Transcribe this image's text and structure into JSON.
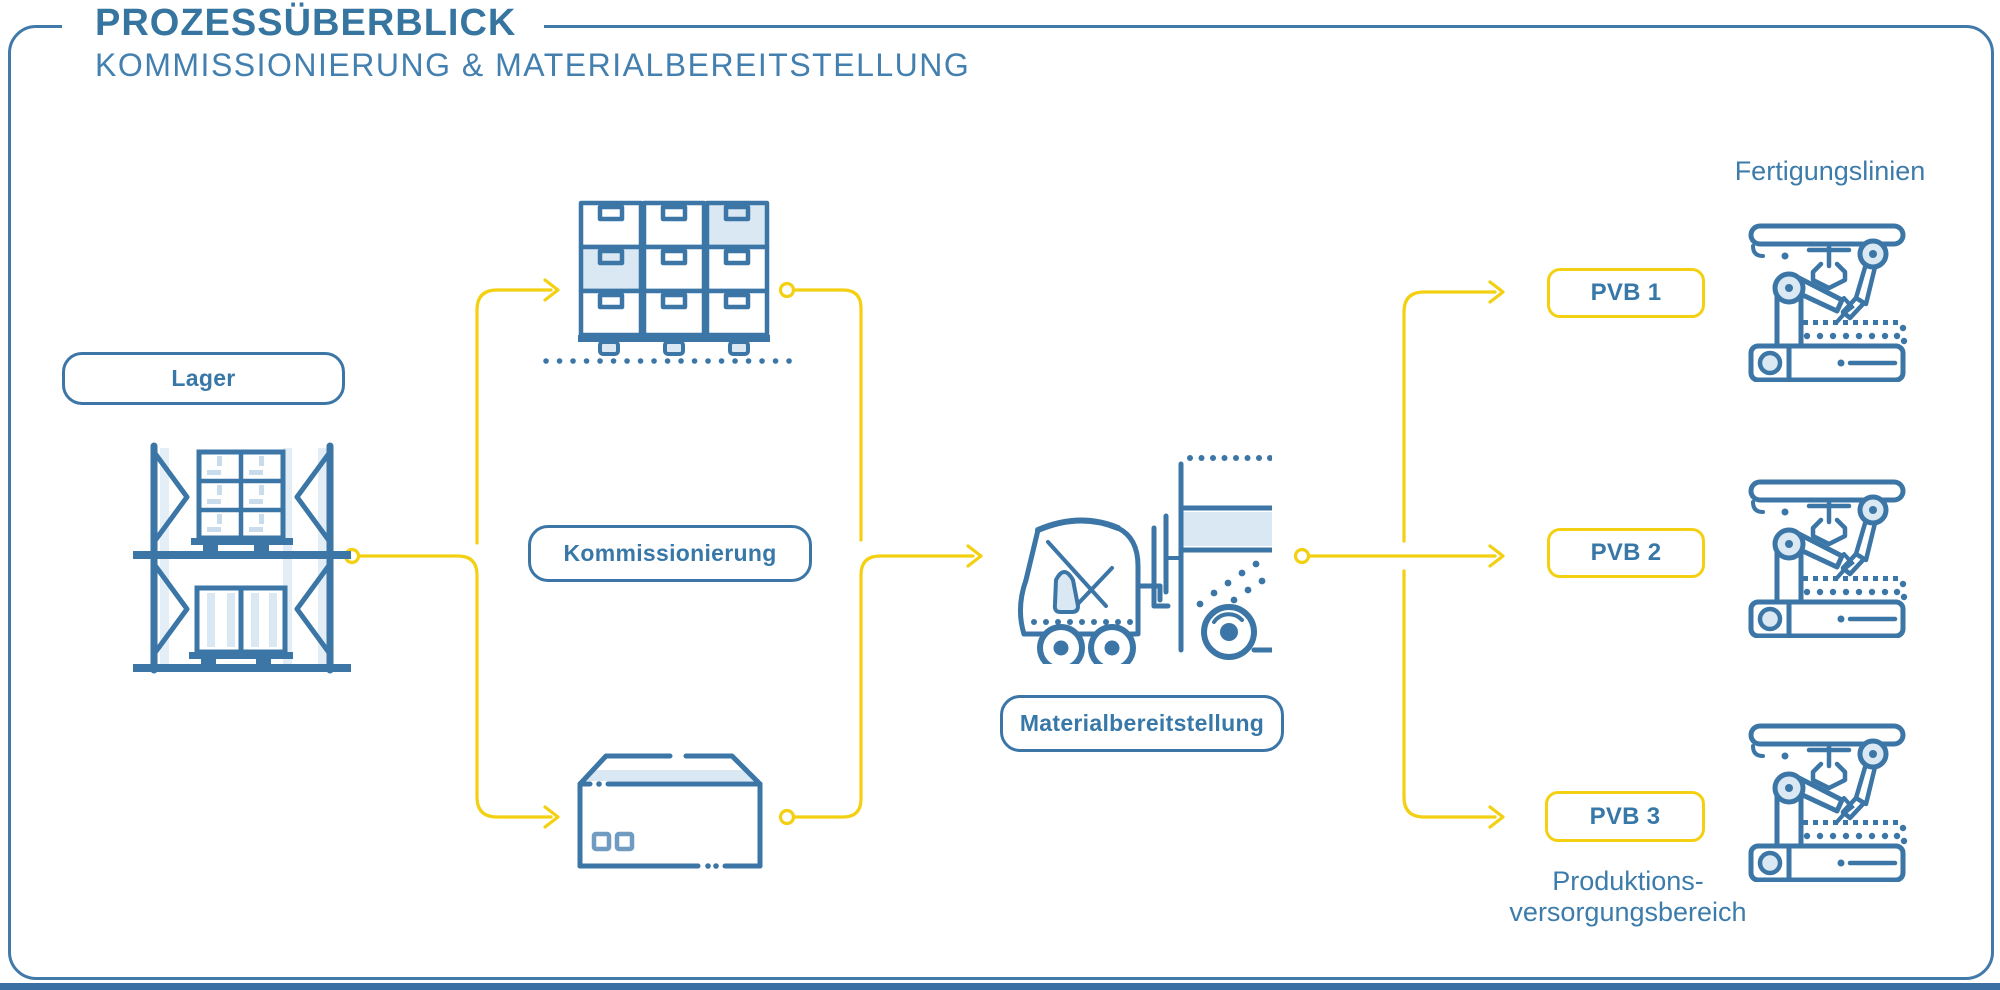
{
  "header": {
    "title": "PROZESSÜBERBLICK",
    "subtitle": "KOMMISSIONIERUNG & MATERIALBEREITSTELLUNG"
  },
  "nodes": {
    "lager": "Lager",
    "kommissionierung": "Kommissionierung",
    "materialbereitstellung": "Materialbereitstellung"
  },
  "pvb_nodes": [
    {
      "label": "PVB 1"
    },
    {
      "label": "PVB 2"
    },
    {
      "label": "PVB 3"
    }
  ],
  "captions": {
    "fertigungslinien": "Fertigungslinien",
    "pvb_full_line1": "Produktions-",
    "pvb_full_line2": "versorgungsbereich"
  },
  "icons": [
    "warehouse-rack-icon",
    "storage-shelves-icon",
    "carton-box-icon",
    "tow-tractor-icon",
    "assembly-robot-icon"
  ],
  "colors": {
    "line_blue": "#3B76A6",
    "connector_yellow": "#F3D011",
    "light_fill": "#D9E8F3",
    "bottom_bar_blue": "#3A6FA3",
    "frame_blue": "#4179A9"
  }
}
